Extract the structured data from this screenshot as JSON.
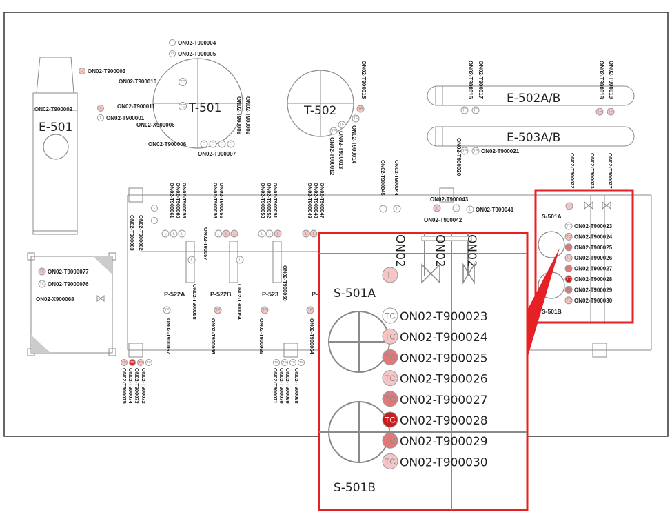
{
  "colors": {
    "line": "#8a8a8a",
    "frame": "#333333",
    "zoom_frame": "#e52125",
    "bubble_white": "#ffffff",
    "bubble_pale": "#f6c6c6",
    "bubble_medium": "#e07a7a",
    "bubble_strong": "#d93333",
    "bubble_dark": "#c81e1e"
  },
  "equipment": {
    "e501": "E-501",
    "t501": "T-501",
    "t502": "T-502",
    "e502": "E-502A/B",
    "e503": "E-503A/B",
    "p522a": "P-522A",
    "p522b": "P-522B",
    "p523": "P-523",
    "p_cut": "P-",
    "s501a": "S-501A",
    "s501b": "S-501B"
  },
  "tags": {
    "t900001": "ON02-T900001",
    "t900002": "ON02-T900002",
    "t900003": "ON02-T900003",
    "t900004": "ON02-T900004",
    "t900005": "ON02-T900005",
    "t900006": "ON02-T900006",
    "t900007": "ON02-T900007",
    "t900008": "ON02-T900008",
    "t900009": "ON02-T900009",
    "t900010": "ON02-T900010",
    "t900011": "ON02-T900011",
    "t900012": "ON02-T900012",
    "t900013": "ON02-T900013",
    "t900014": "ON02-T900014",
    "t900015": "ON02-T900015",
    "t900016": "ON02-T900016",
    "t900017": "ON02-T900017",
    "t900018": "ON02-T900018",
    "t900019": "ON02-T900019",
    "t900020": "ON02-T900020",
    "t900021": "ON02-T900021",
    "t900022": "ON02-T900022",
    "t900023": "ON02-T900023",
    "t900024": "ON02-T900024",
    "t900025": "ON02-T900025",
    "t900026": "ON02-T900026",
    "t900027": "ON02-T900027",
    "t900028": "ON02-T900028",
    "t900029": "ON02-T900029",
    "t900030": "ON02-T900030",
    "t900041": "ON02-T900041",
    "t900042": "ON02-T900042",
    "t900043": "ON02-T900043",
    "t900044": "ON02-T900044",
    "t900045": "ON02-T900045",
    "t900047": "ON02-T900047",
    "t900048": "ON02-T900048",
    "t900049": "ON02-T900049",
    "t900050": "ON02-T900050",
    "t900051": "ON02-T900051",
    "t900052": "ON02-T900052",
    "t900053": "ON02-T900053",
    "t900054": "ON02-T900054",
    "t900055": "ON02-T900055",
    "t900056": "ON02-T900056",
    "t900057": "ON02-T90057",
    "t900058": "ON02-T900058",
    "t900059": "ON02-T900059",
    "t900060": "ON02-T900060",
    "t900061": "ON02-T900061",
    "t900062": "ON02-T900062",
    "t900063": "ON02-T900063",
    "t900064": "ON02-T900064",
    "t900065": "ON02-T900065",
    "t900066": "ON02-T900066",
    "t900067": "ON02-T900067",
    "t900068": "ON02-T900068",
    "t900069": "ON02-T900069",
    "t900070": "ON02-T900070",
    "t900071": "ON02-T900071",
    "t900072": "ON02-T900072",
    "t900073": "ON02-T900073",
    "t900074": "ON02-T900074",
    "t900075": "ON02-T900075",
    "t9000076": "ON02-T9000076",
    "t9000077": "ON02-T9000077",
    "x900006": "ON02-X900006",
    "x900068": "ON02-X900068",
    "zoom_cut": "ON02"
  },
  "bubble_codes": {
    "tc": "TC",
    "tf": "TF",
    "l": "L",
    "o": "O"
  }
}
